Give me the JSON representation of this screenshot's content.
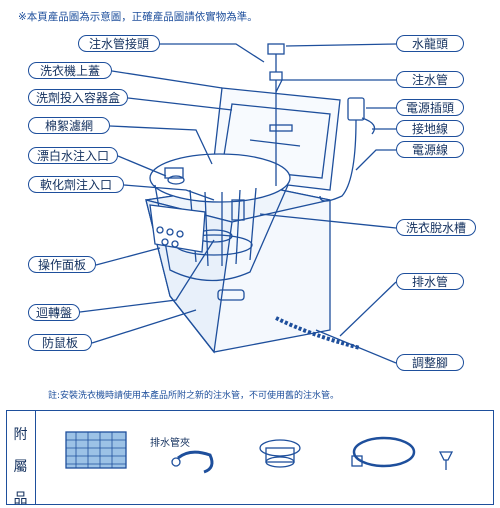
{
  "note": "※本頁產品圖為示意圖，正確產品圖請依實物為準。",
  "labels_left": [
    "注水管接頭",
    "洗衣機上蓋",
    "洗劑投入容器盒",
    "棉絮濾網",
    "漂白水注入口",
    "軟化劑注入口",
    "操作面板",
    "迴轉盤",
    "防鼠板"
  ],
  "labels_right": [
    "水龍頭",
    "注水管",
    "電源插頭",
    "接地線",
    "電源線",
    "洗衣脫水槽",
    "排水管",
    "調整腳"
  ],
  "footnote": "註:安裝洗衣機時請使用本產品所附之新的注水管，不可使用舊的注水管。",
  "accessories": {
    "title_chars": [
      "附",
      "屬",
      "品"
    ],
    "drain_clip_label": "排水管夾"
  },
  "colors": {
    "line": "#1e4f9c",
    "text": "#13305e"
  }
}
